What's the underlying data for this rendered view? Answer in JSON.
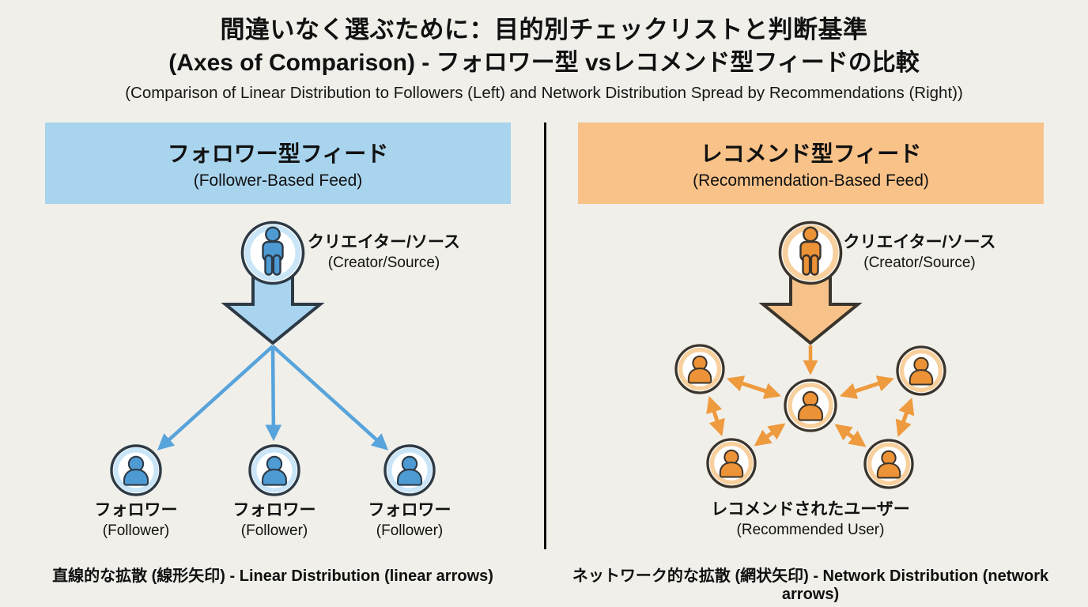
{
  "title": {
    "line1": "間違いなく選ぶために：目的別チェックリストと判断基準",
    "line2": "(Axes of Comparison) - フォロワー型 vsレコメンド型フィードの比較",
    "line3": "(Comparison of Linear Distribution to Followers (Left) and Network Distribution Spread by Recommendations (Right))"
  },
  "left_panel": {
    "header": {
      "title": "フォロワー型フィード",
      "subtitle": "(Follower-Based Feed)"
    },
    "creator": {
      "label": "クリエイター/ソース",
      "sublabel": "(Creator/Source)"
    },
    "followers": [
      {
        "label": "フォロワー",
        "sublabel": "(Follower)"
      },
      {
        "label": "フォロワー",
        "sublabel": "(Follower)"
      },
      {
        "label": "フォロワー",
        "sublabel": "(Follower)"
      }
    ],
    "caption": "直線的な拡散 (線形矢印) - Linear Distribution (linear arrows)"
  },
  "right_panel": {
    "header": {
      "title": "レコメンド型フィード",
      "subtitle": "(Recommendation-Based Feed)"
    },
    "creator": {
      "label": "クリエイター/ソース",
      "sublabel": "(Creator/Source)"
    },
    "recommended_user": {
      "label": "レコメンドされたユーザー",
      "sublabel": "(Recommended User)"
    },
    "caption": "ネットワーク的な拡散 (網状矢印) - Network Distribution (network arrows)"
  },
  "colors": {
    "background": "#f0efe9",
    "left_header_bg": "#a9d4ee",
    "right_header_bg": "#f8c289",
    "blue_person": "#4e9bd4",
    "blue_arrow": "#57a3db",
    "blue_block_arrow_fill": "#a8d4f0",
    "blue_ring": "#c9e5f7",
    "orange_person": "#ec9237",
    "orange_arrow": "#ee9a3e",
    "orange_block_arrow_fill": "#f6c289",
    "orange_ring": "#f7d09e",
    "outline_dark": "#2d3a46",
    "divider": "#0e0e0e"
  }
}
